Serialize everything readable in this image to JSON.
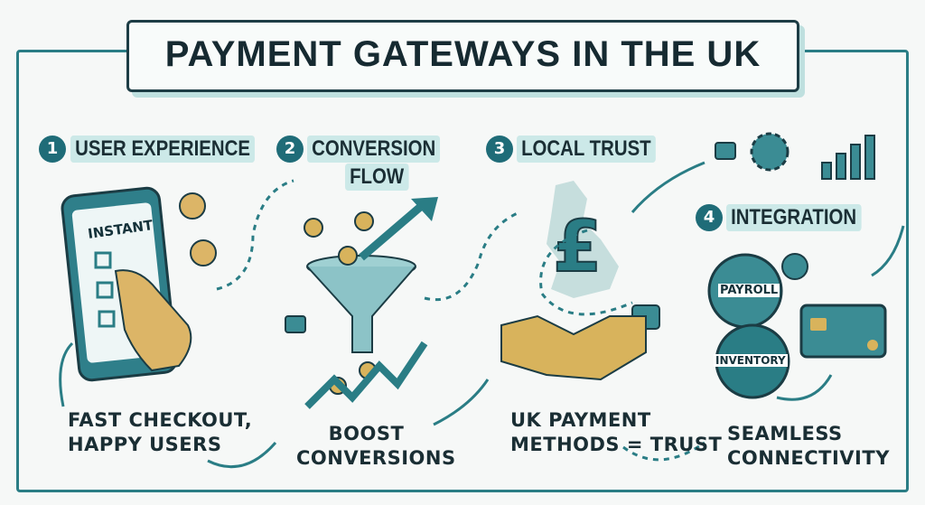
{
  "title": "PAYMENT GATEWAYS IN THE UK",
  "sections": [
    {
      "number": "1",
      "heading": "USER EXPERIENCE",
      "phone_label": "INSTANT",
      "caption_lines": [
        "FAST CHECKOUT,",
        "HAPPY USERS"
      ]
    },
    {
      "number": "2",
      "heading_lines": [
        "CONVERSION",
        "FLOW"
      ],
      "caption_lines": [
        "BOOST",
        "CONVERSIONS"
      ]
    },
    {
      "number": "3",
      "heading": "LOCAL TRUST",
      "caption_lines": [
        "UK PAYMENT",
        "METHODS = TRUST"
      ]
    },
    {
      "number": "4",
      "heading": "INTEGRATION",
      "gear_labels": [
        "PAYROLL",
        "INVENTORY"
      ],
      "caption_lines": [
        "SEAMLESS",
        "CONNECTIVITY"
      ]
    }
  ],
  "colors": {
    "teal": "#2a7d85",
    "dark_teal": "#1f6c78",
    "gold": "#d8b35c",
    "ink": "#1a2e34"
  }
}
